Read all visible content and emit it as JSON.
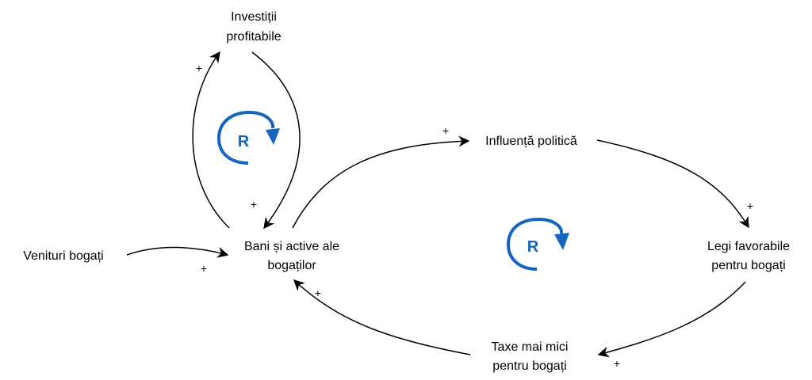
{
  "diagram": {
    "type": "causal-loop-diagram",
    "accent_color": "#1565c0",
    "nodes": [
      {
        "id": "investitii",
        "lines": [
          "Investiții",
          "profitabile"
        ]
      },
      {
        "id": "bani",
        "lines": [
          "Bani și active ale",
          "bogaților"
        ]
      },
      {
        "id": "venituri",
        "lines": [
          "Venituri bogați"
        ]
      },
      {
        "id": "influenta",
        "lines": [
          "Influență politică"
        ]
      },
      {
        "id": "legi",
        "lines": [
          "Legi favorabile",
          "pentru bogați"
        ]
      },
      {
        "id": "taxe",
        "lines": [
          "Taxe mai mici",
          "pentru bogați"
        ]
      }
    ],
    "edges": [
      {
        "from": "bani",
        "to": "investitii",
        "polarity": "+"
      },
      {
        "from": "investitii",
        "to": "bani",
        "polarity": "+"
      },
      {
        "from": "venituri",
        "to": "bani",
        "polarity": "+"
      },
      {
        "from": "bani",
        "to": "influenta",
        "polarity": "+"
      },
      {
        "from": "influenta",
        "to": "legi",
        "polarity": "+"
      },
      {
        "from": "legi",
        "to": "taxe",
        "polarity": "+"
      },
      {
        "from": "taxe",
        "to": "bani",
        "polarity": "+"
      }
    ],
    "loops": [
      {
        "id": "loop-investitii",
        "label": "R",
        "type": "reinforcing"
      },
      {
        "id": "loop-politica",
        "label": "R",
        "type": "reinforcing"
      }
    ]
  }
}
